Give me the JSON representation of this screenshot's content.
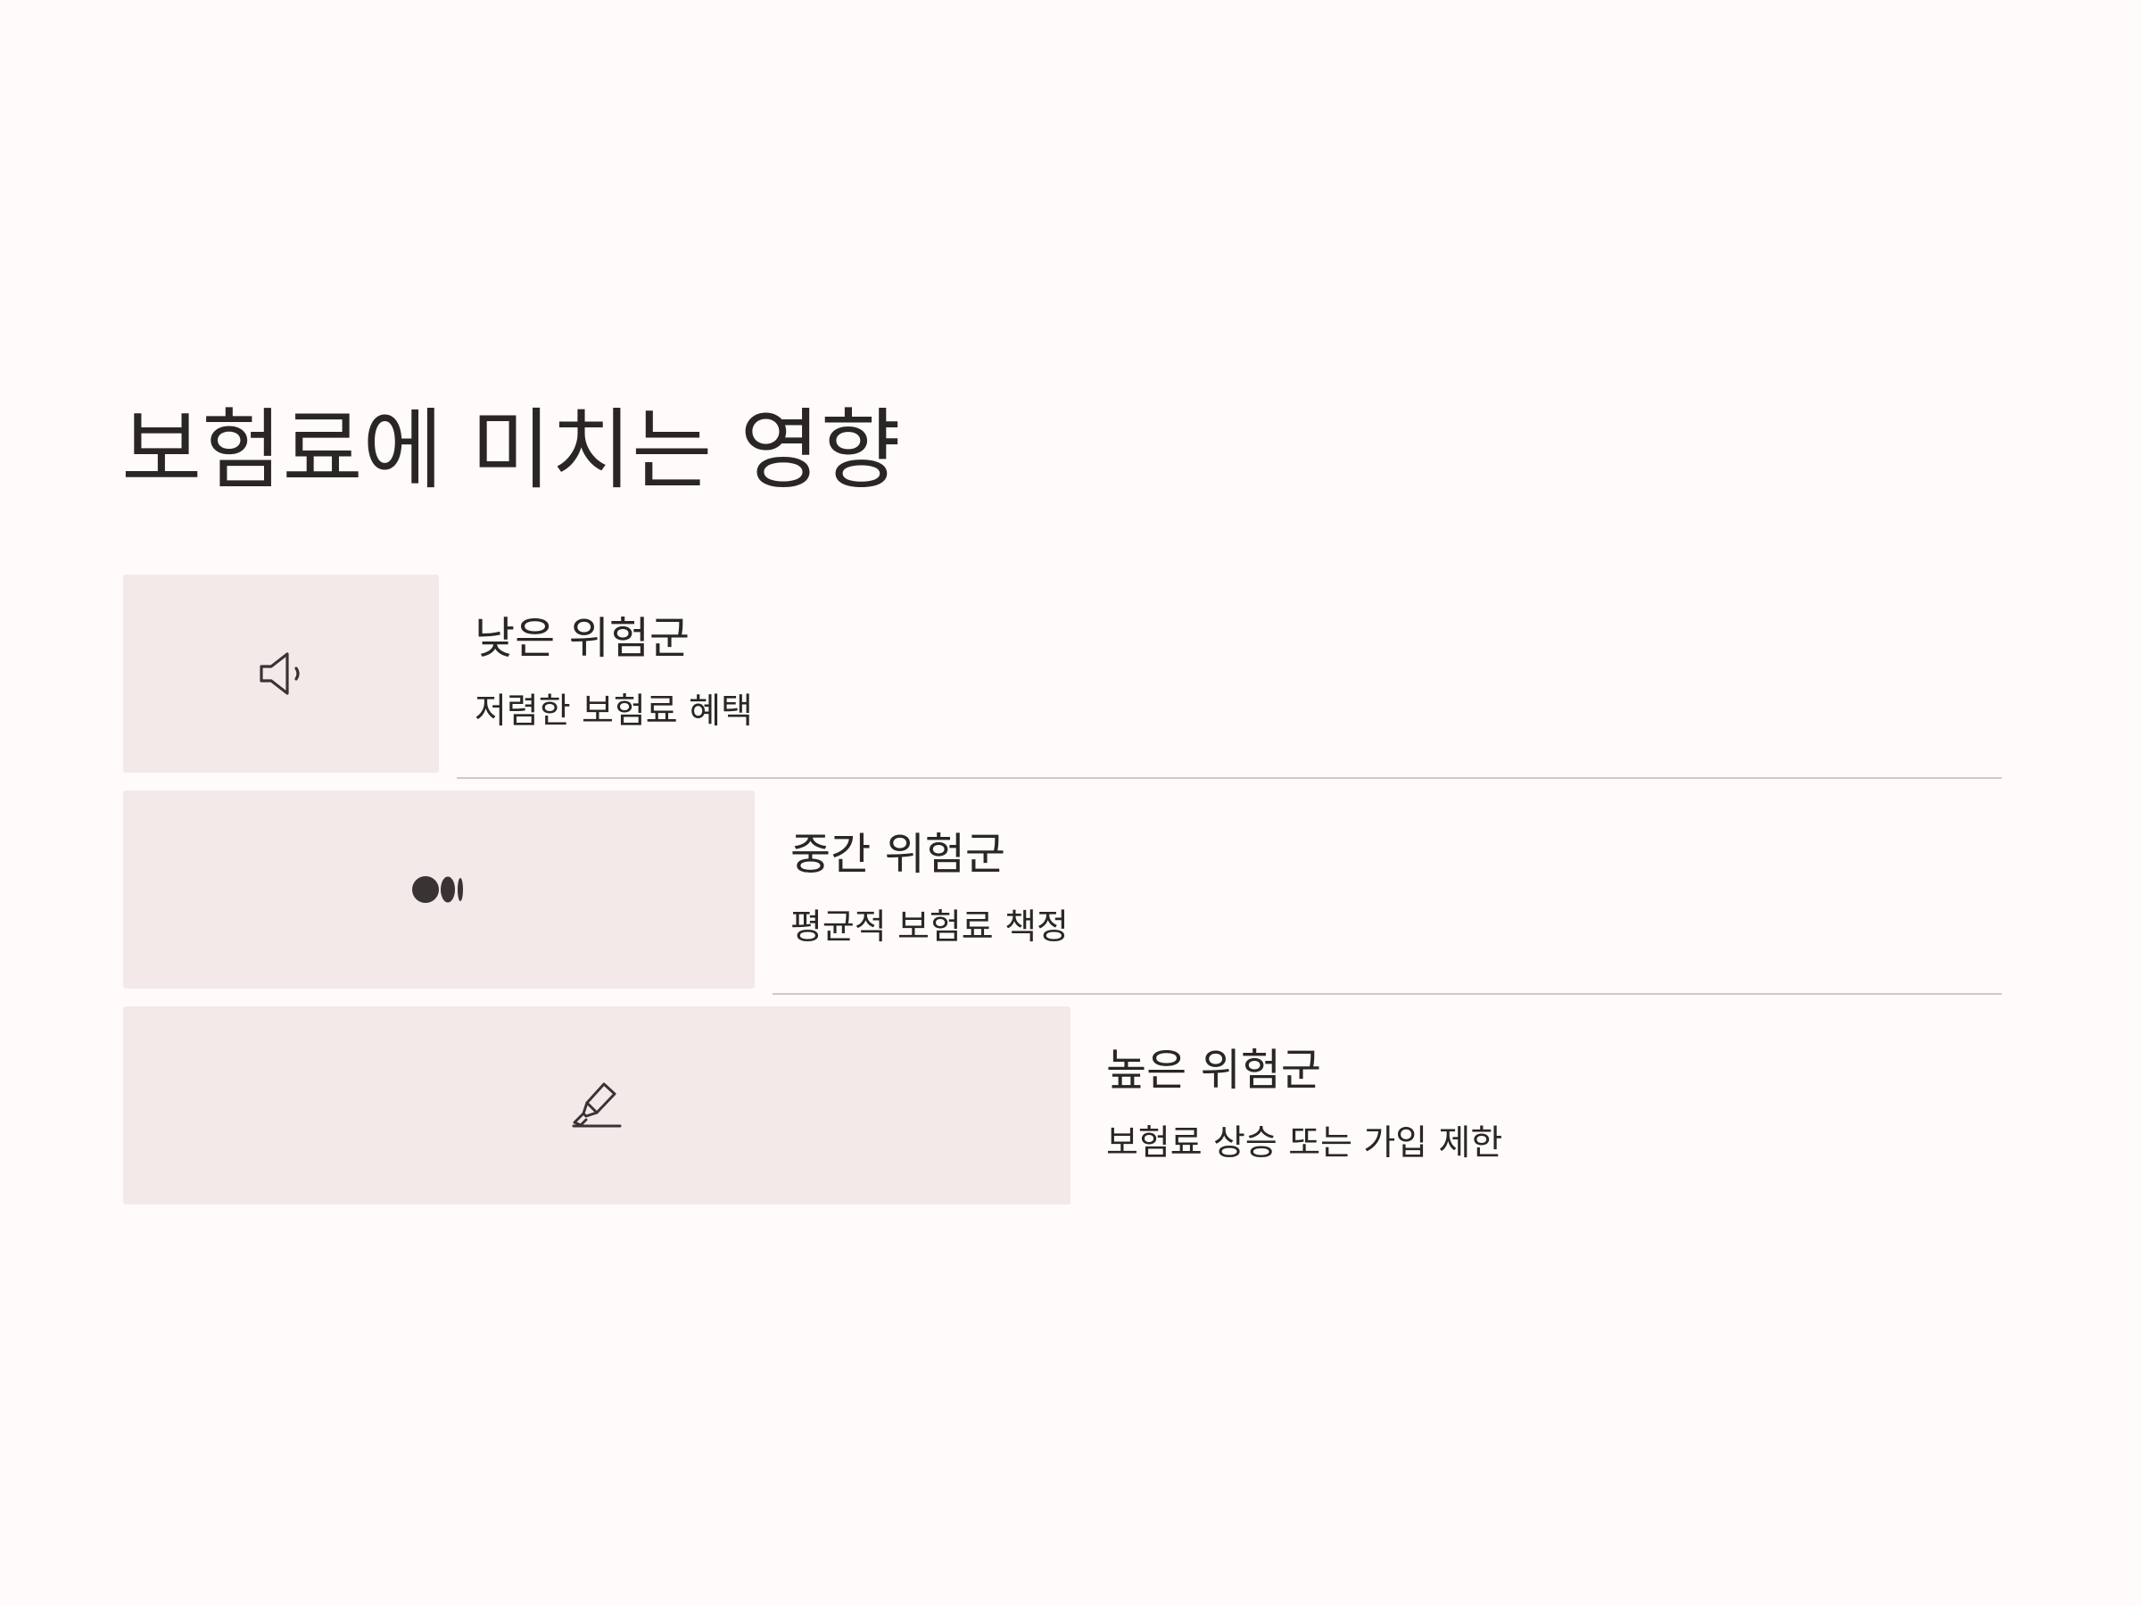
{
  "page": {
    "title": "보험료에 미치는 영향"
  },
  "colors": {
    "background": "#fefbfa",
    "card": "#f2e9e8",
    "text": "#2b2626",
    "divider": "#cfcaca"
  },
  "items": [
    {
      "icon": "speaker-icon",
      "title": "낮은 위험군",
      "description": "저렴한 보험료 혜택"
    },
    {
      "icon": "medium-logo-icon",
      "title": "중간 위험군",
      "description": "평균적 보험료 책정"
    },
    {
      "icon": "highlighter-icon",
      "title": "높은 위험군",
      "description": "보험료 상승 또는 가입 제한"
    }
  ]
}
